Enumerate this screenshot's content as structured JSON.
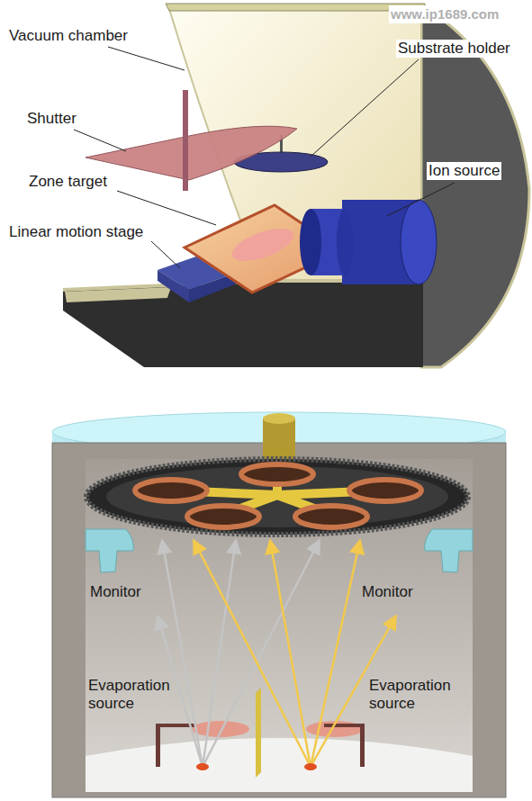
{
  "diagram": {
    "labels": [
      "www.ip1689.com",
      "Vacuum chamber",
      "Substrate holder",
      "Shutter",
      "Zone target",
      "Linear motion stage",
      "Ion source",
      "Monitor",
      "Monitor",
      "Evaporation source",
      "Evaporation source"
    ]
  }
}
